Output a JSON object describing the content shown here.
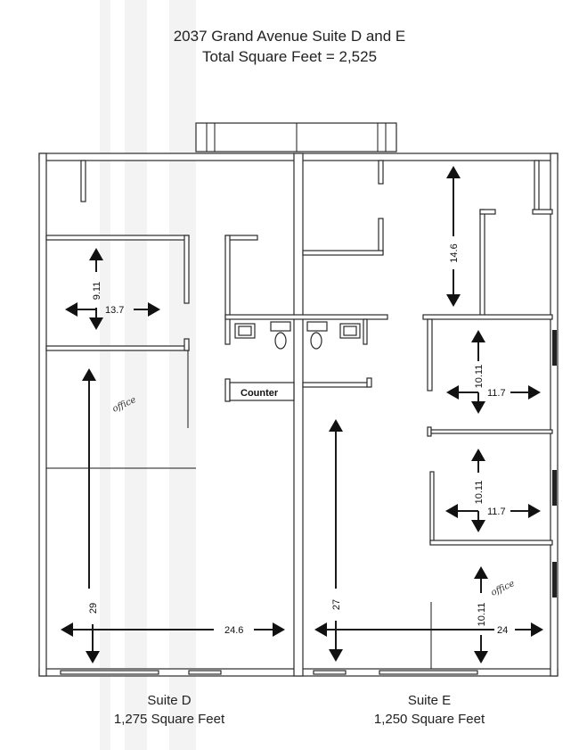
{
  "header": {
    "title": "2037 Grand Avenue Suite D and E",
    "subtitle": "Total Square Feet = 2,525"
  },
  "labels": {
    "counter": "Counter",
    "office_note_d": "office",
    "office_note_e": "office"
  },
  "dimensions": {
    "d_room_depth": "9.11",
    "d_room_width": "13.7",
    "d_total_depth": "29",
    "d_total_width": "24.6",
    "e_top_depth": "14.6",
    "e_office1_depth": "10.11",
    "e_office1_width": "11.7",
    "e_office2_depth": "10.11",
    "e_office2_width": "11.7",
    "e_office3_depth": "10.11",
    "e_total_depth": "27",
    "e_total_width": "24"
  },
  "suites": [
    {
      "name": "Suite D",
      "area": "1,275 Square Feet"
    },
    {
      "name": "Suite E",
      "area": "1,250 Square Feet"
    }
  ]
}
